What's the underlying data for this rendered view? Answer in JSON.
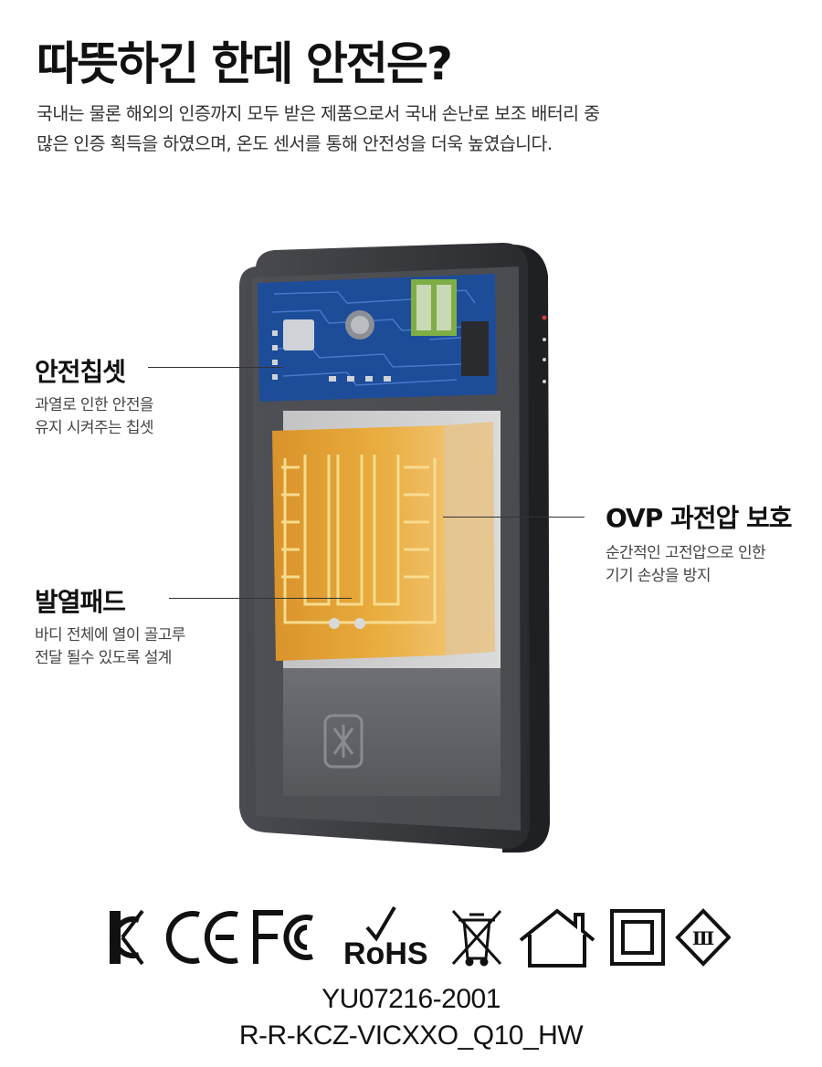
{
  "headline": "따뜻하긴 한데 안전은?",
  "intro": {
    "line1": "국내는 물론 해외의 인증까지 모두 받은 제품으로서 국내 손난로 보조 배터리 중",
    "line2": "많은 인증 획득을 하였으며, 온도 센서를 통해 안전성을 더욱 높였습니다."
  },
  "callouts": {
    "safety_chip": {
      "title": "안전칩셋",
      "desc1": "과열로 인한 안전을",
      "desc2": "유지 시켜주는 칩셋"
    },
    "ovp": {
      "title": "OVP 과전압 보호",
      "desc1": "순간적인 고전압으로 인한",
      "desc2": "기기 손상을 방지"
    },
    "heat_pad": {
      "title": "발열패드",
      "desc1": "바디 전체에 열이 골고루",
      "desc2": "전달 될수 있도록 설계"
    }
  },
  "certifications": {
    "icons": [
      "kc-mark-icon",
      "ce-mark-icon",
      "fcc-mark-icon",
      "rohs-mark-icon",
      "weee-bin-icon",
      "indoor-use-icon",
      "double-insulation-icon",
      "class-iii-icon"
    ],
    "rohs_label": "RoHS",
    "class_label": "Ⅲ"
  },
  "codes": {
    "model": "YU07216-2001",
    "registration": "R-R-KCZ-VICXXO_Q10_HW"
  },
  "colors": {
    "device_body": "#2e2f33",
    "pcb": "#1f4f9e",
    "heat_pad": "#e6a834",
    "heat_trace": "#f3d27a"
  }
}
